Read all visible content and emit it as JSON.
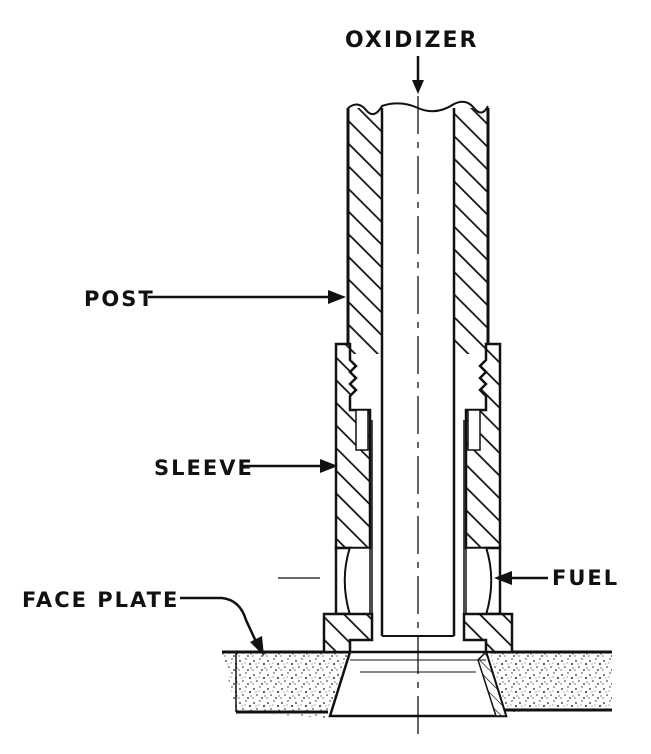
{
  "labels": {
    "oxidizer": "OXIDIZER",
    "post": "POST",
    "sleeve": "SLEEVE",
    "fuel": "FUEL",
    "face_plate": "FACE PLATE"
  },
  "colors": {
    "ink": "#111111",
    "background": "#ffffff"
  }
}
